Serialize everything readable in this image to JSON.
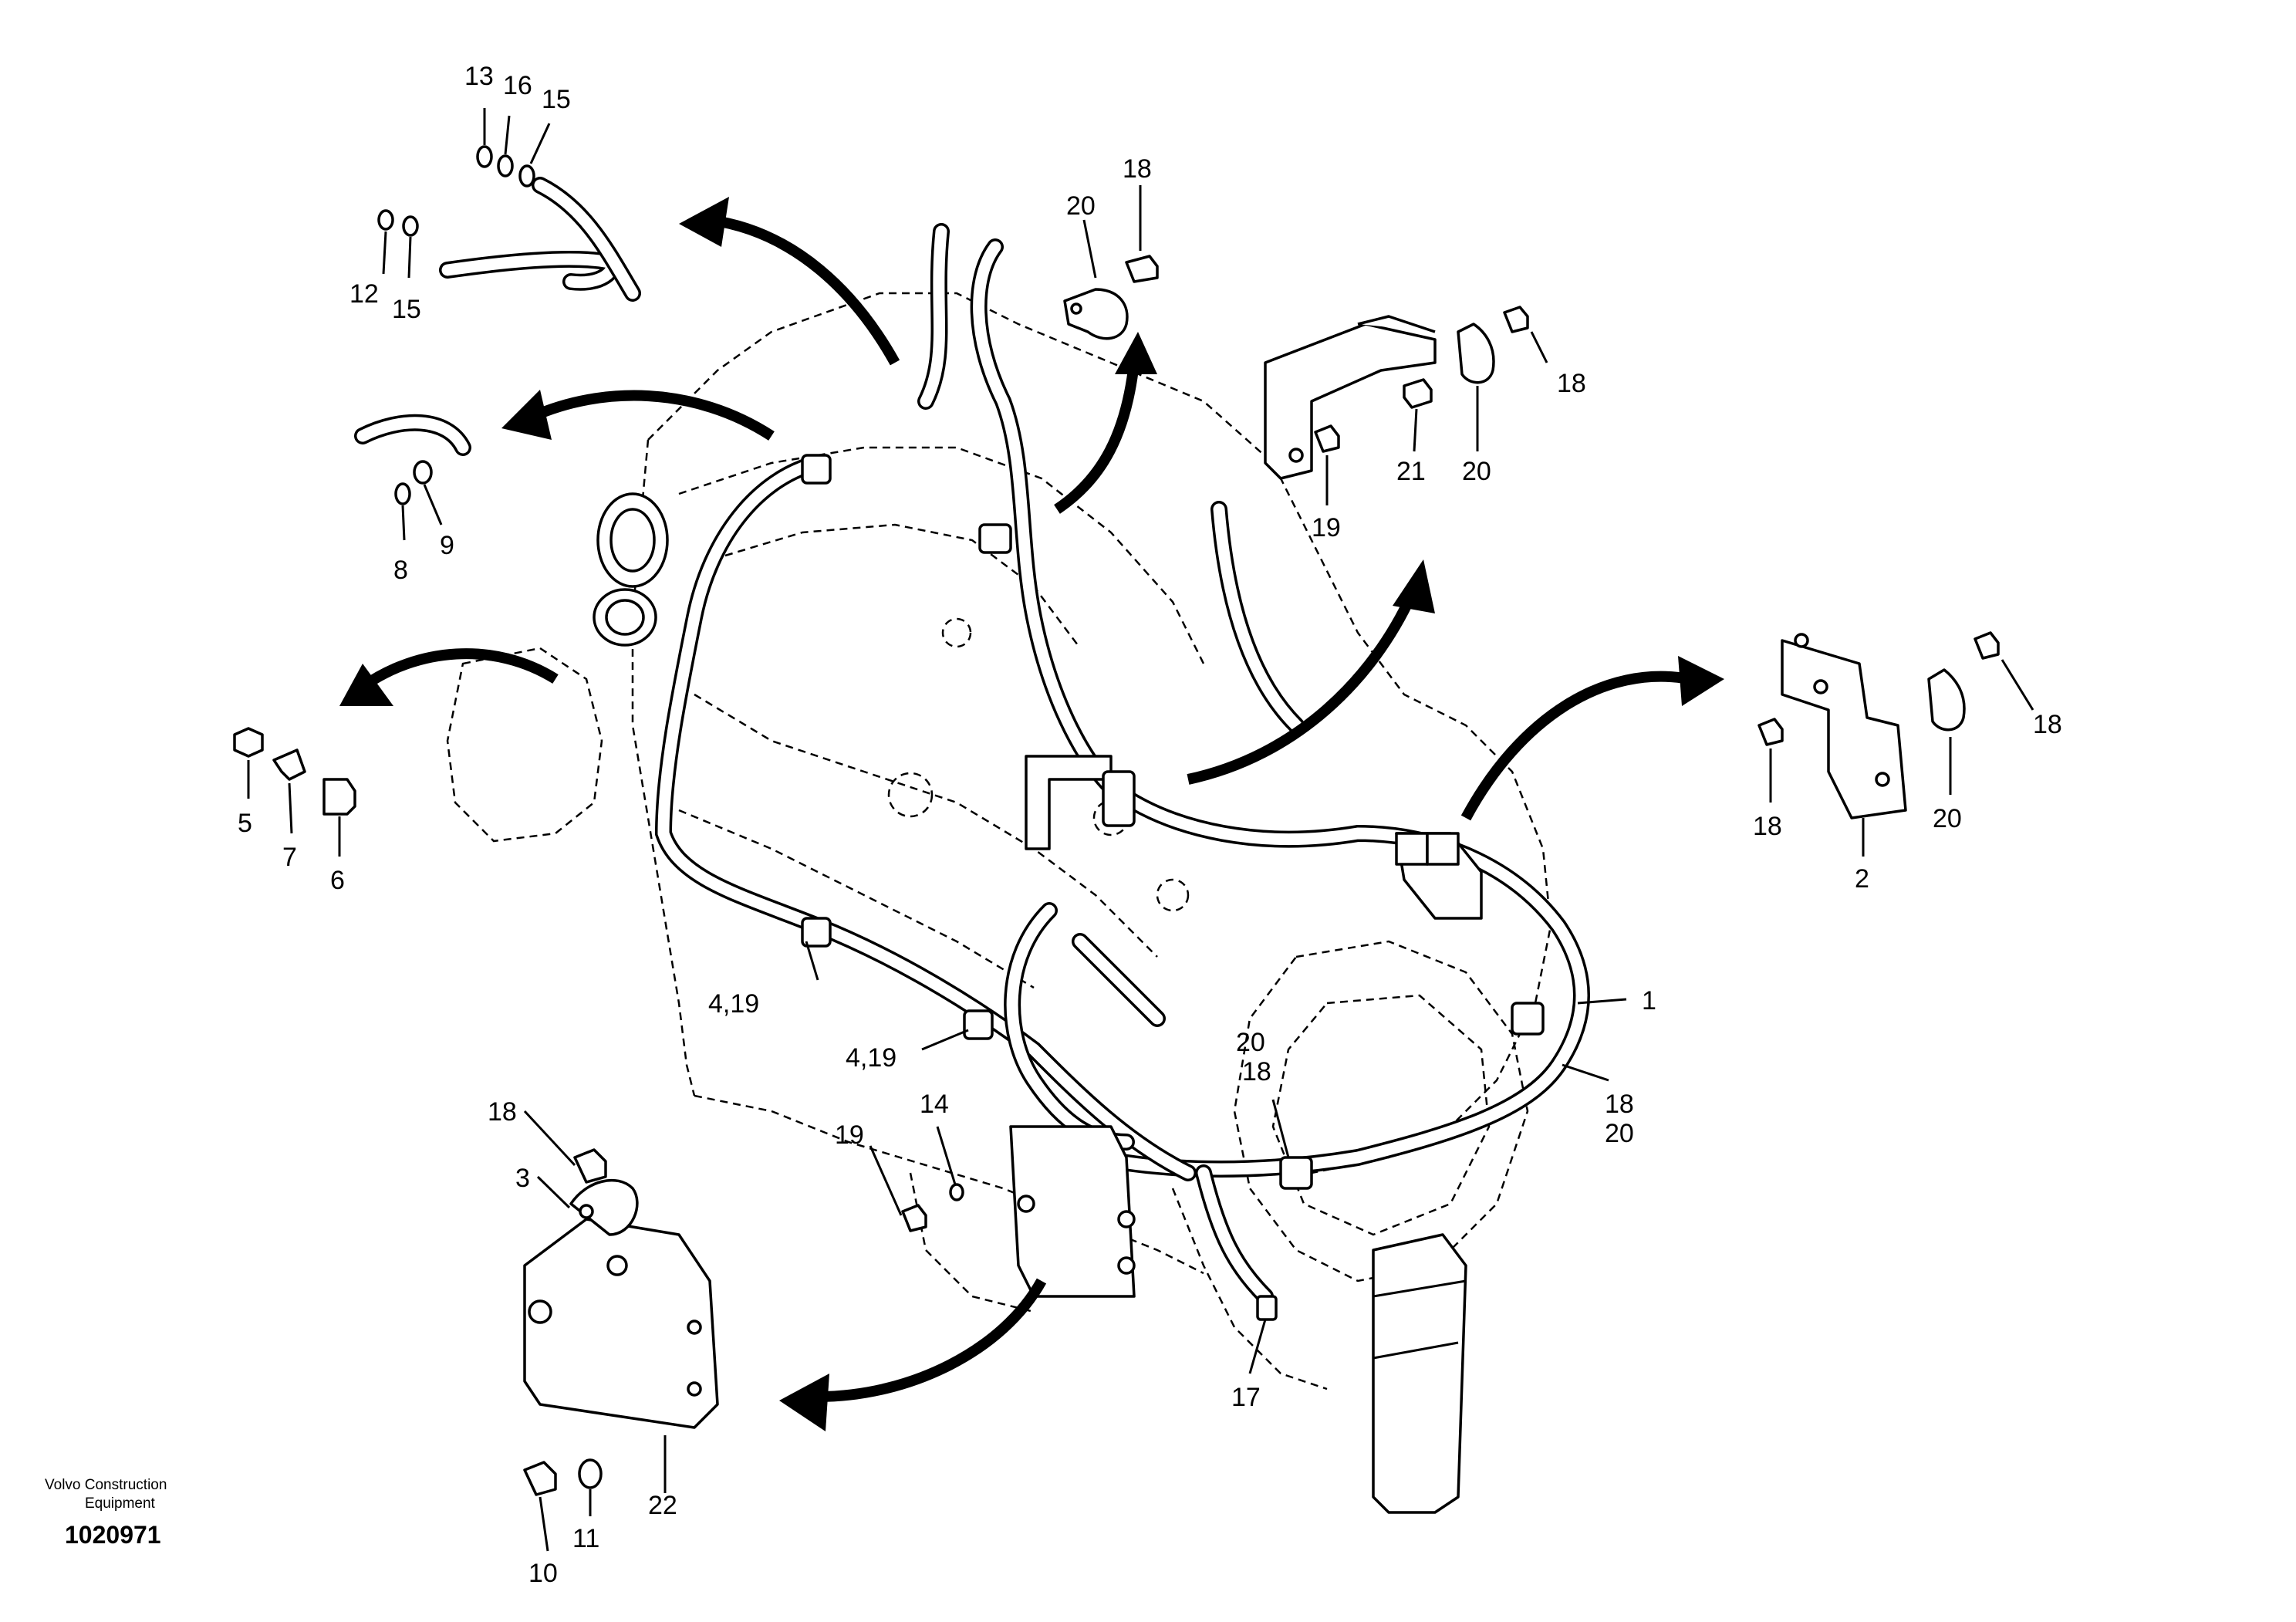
{
  "diagram": {
    "callouts": {
      "c13": "13",
      "c16": "16",
      "c15a": "15",
      "c12": "12",
      "c15b": "15",
      "c8": "8",
      "c9": "9",
      "c5": "5",
      "c7": "7",
      "c6": "6",
      "c20a": "20",
      "c18a": "18",
      "c21": "21",
      "c20b": "20",
      "c18b": "18",
      "c19a": "19",
      "c18c": "18",
      "c18d": "18",
      "c20c": "20",
      "c2": "2",
      "c1": "1",
      "c18e": "18",
      "c20d": "20",
      "c4_19a": "4,19",
      "c4_19b": "4,19",
      "c20e": "20",
      "c18f": "18",
      "c14": "14",
      "c19b": "19",
      "c17": "17",
      "c18g": "18",
      "c3": "3",
      "c10": "10",
      "c11": "11",
      "c22": "22"
    }
  },
  "footer": {
    "brand_line1": "Volvo Construction",
    "brand_line2": "Equipment",
    "doc_number": "1020971"
  }
}
